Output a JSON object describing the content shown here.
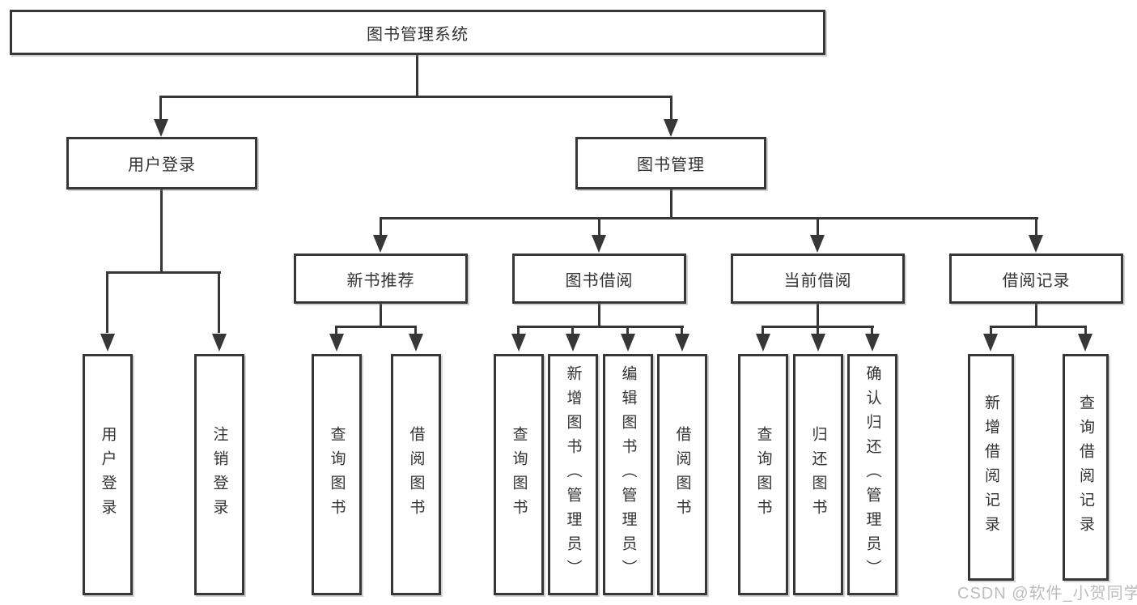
{
  "diagram": {
    "root": "图书管理系统",
    "branches": [
      {
        "label": "用户登录",
        "children": [
          "用户登录",
          "注销登录"
        ]
      },
      {
        "label": "图书管理",
        "sections": [
          {
            "label": "新书推荐",
            "children": [
              "查询图书",
              "借阅图书"
            ]
          },
          {
            "label": "图书借阅",
            "children": [
              "查询图书",
              "新增图书（管理员）",
              "编辑图书（管理员）",
              "借阅图书"
            ]
          },
          {
            "label": "当前借阅",
            "children": [
              "查询图书",
              "归还图书",
              "确认归还（管理员）"
            ]
          },
          {
            "label": "借阅记录",
            "children": [
              "新增借阅记录",
              "查询借阅记录"
            ]
          }
        ]
      }
    ]
  },
  "watermark": {
    "text": "CSDN @软件_小贺同学"
  },
  "colors": {
    "line": "#373737",
    "text": "#333333",
    "background": "#ffffff",
    "watermark": "#bdbdbd"
  }
}
